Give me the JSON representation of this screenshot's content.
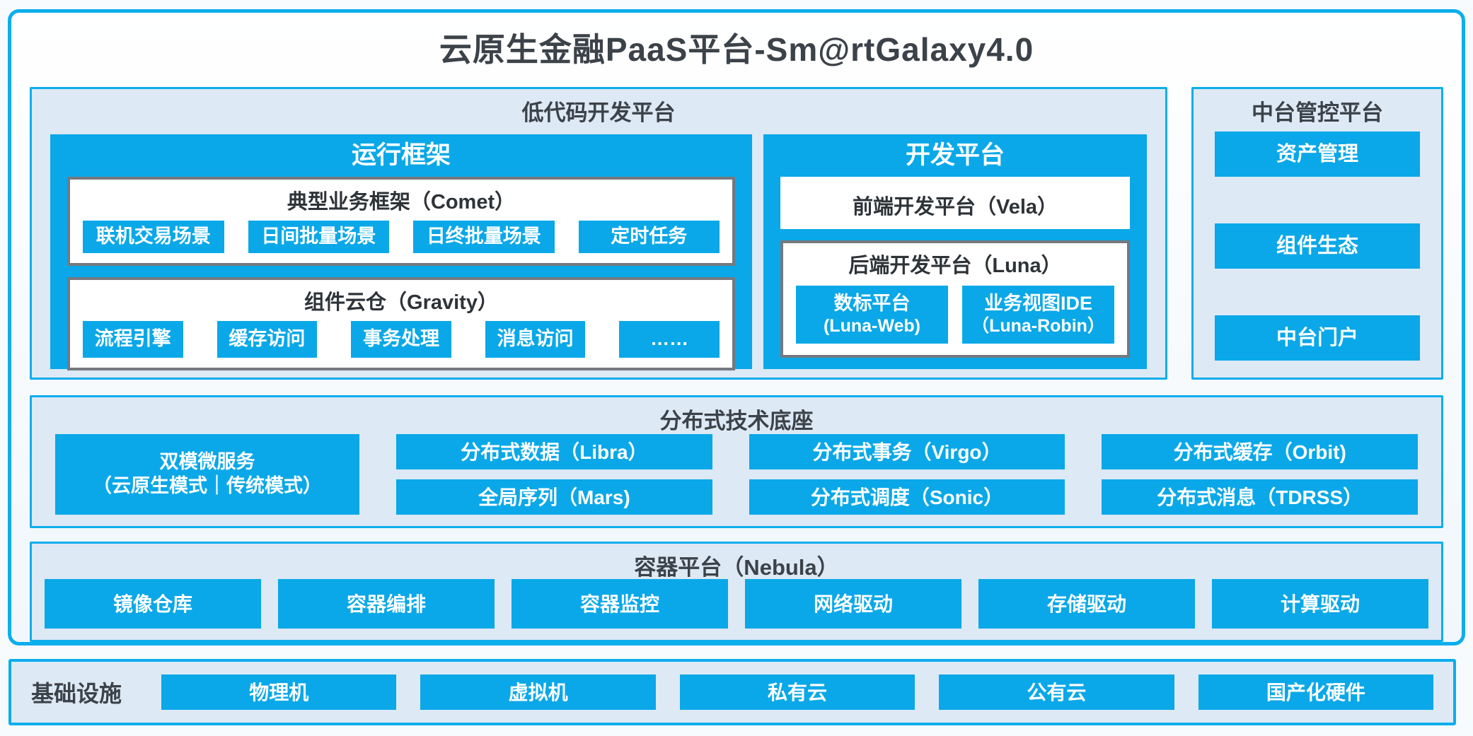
{
  "title": "云原生金融PaaS平台-Sm@rtGalaxy4.0",
  "colors": {
    "accent": "#0aa8e8",
    "panel_bg": "#dde9f5",
    "panel_border": "#0caeec",
    "gray_border": "#75797f",
    "text_dark": "#3c4249"
  },
  "lowcode": {
    "title": "低代码开发平台",
    "runtime": {
      "title": "运行框架",
      "comet": {
        "title": "典型业务框架（Comet）",
        "items": [
          "联机交易场景",
          "日间批量场景",
          "日终批量场景",
          "定时任务"
        ]
      },
      "gravity": {
        "title": "组件云仓（Gravity）",
        "items": [
          "流程引擎",
          "缓存访问",
          "事务处理",
          "消息访问",
          "……"
        ]
      }
    },
    "dev": {
      "title": "开发平台",
      "vela": {
        "title": "前端开发平台（Vela）"
      },
      "luna": {
        "title": "后端开发平台（Luna）",
        "items": [
          {
            "line1": "数标平台",
            "line2": "(Luna-Web)"
          },
          {
            "line1": "业务视图IDE",
            "line2": "（Luna-Robin）"
          }
        ]
      }
    }
  },
  "midplatform": {
    "title": "中台管控平台",
    "items": [
      "资产管理",
      "组件生态",
      "中台门户"
    ]
  },
  "distributed": {
    "title": "分布式技术底座",
    "dual": {
      "line1": "双模微服务",
      "line2": "（云原生模式｜传统模式）"
    },
    "columns": [
      [
        "分布式数据（Libra）",
        "全局序列（Mars)"
      ],
      [
        "分布式事务（Virgo）",
        "分布式调度（Sonic）"
      ],
      [
        "分布式缓存（Orbit)",
        "分布式消息（TDRSS）"
      ]
    ]
  },
  "container_platform": {
    "title": "容器平台（Nebula）",
    "items": [
      "镜像仓库",
      "容器编排",
      "容器监控",
      "网络驱动",
      "存储驱动",
      "计算驱动"
    ]
  },
  "infrastructure": {
    "label": "基础设施",
    "items": [
      "物理机",
      "虚拟机",
      "私有云",
      "公有云",
      "国产化硬件"
    ]
  }
}
